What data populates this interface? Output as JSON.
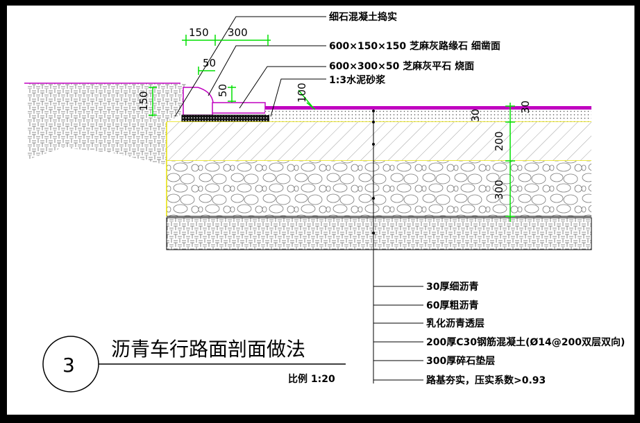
{
  "callouts_top": [
    "细石混凝土捣实",
    "600×150×150 芝麻灰路缘石 细凿面",
    "600×300×50 芝麻灰平石 烧面",
    "1:3水泥砂浆"
  ],
  "callouts_bottom": [
    "30厚细沥青",
    "60厚粗沥青",
    "乳化沥青透层",
    "200厚C30钢筋混凝土(Ø14@200双层双向)",
    "300厚碎石垫层",
    "路基夯实，压实系数>0.93"
  ],
  "dimensions": {
    "d150_top": "150",
    "d300_top": "300",
    "d50_top": "50",
    "d50_mid": "50",
    "d100": "100",
    "d150_left": "150",
    "d30_a": "30",
    "d30_b": "30",
    "d200": "200",
    "d300_side": "300"
  },
  "title": {
    "number": "3",
    "text": "沥青车行路面剖面做法",
    "scale": "比例 1:20"
  },
  "colors": {
    "dimension_green": "#00e000",
    "layer_yellow": "#e6e000",
    "surface_magenta": "#c000c0"
  }
}
